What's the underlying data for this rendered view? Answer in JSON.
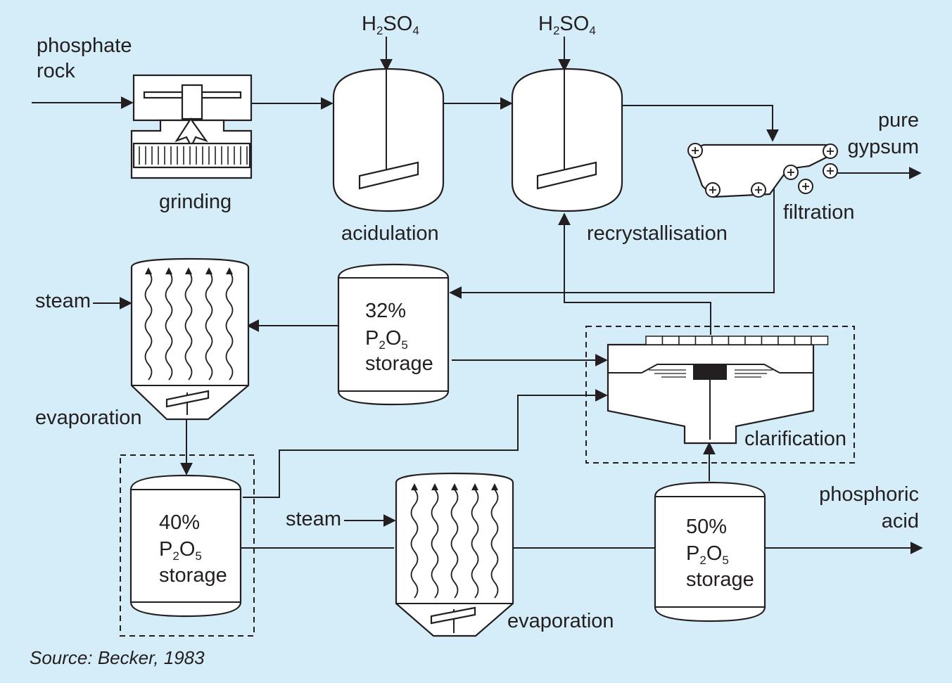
{
  "diagram": {
    "inputs": {
      "phosphate_rock": [
        "phosphate",
        "rock"
      ],
      "h2so4_1": {
        "main": "H",
        "sub1": "2",
        "mid": "SO",
        "sub2": "4"
      },
      "h2so4_2": {
        "main": "H",
        "sub1": "2",
        "mid": "SO",
        "sub2": "4"
      },
      "steam_1": "steam",
      "steam_2": "steam"
    },
    "outputs": {
      "pure_gypsum": [
        "pure",
        "gypsum"
      ],
      "phosphoric_acid": [
        "phosphoric",
        "acid"
      ]
    },
    "units": {
      "grinding": "grinding",
      "acidulation": "acidulation",
      "recrystallisation": "recrystallisation",
      "filtration": "filtration",
      "evaporation_1": "evaporation",
      "evaporation_2": "evaporation",
      "clarification": "clarification"
    },
    "storage_tanks": [
      {
        "percent": "32%",
        "p": "P",
        "sub1": "2",
        "o": "O",
        "sub2": "5",
        "word": "storage"
      },
      {
        "percent": "40%",
        "p": "P",
        "sub1": "2",
        "o": "O",
        "sub2": "5",
        "word": "storage"
      },
      {
        "percent": "50%",
        "p": "P",
        "sub1": "2",
        "o": "O",
        "sub2": "5",
        "word": "storage"
      }
    ],
    "source": "Source: Becker, 1983"
  }
}
